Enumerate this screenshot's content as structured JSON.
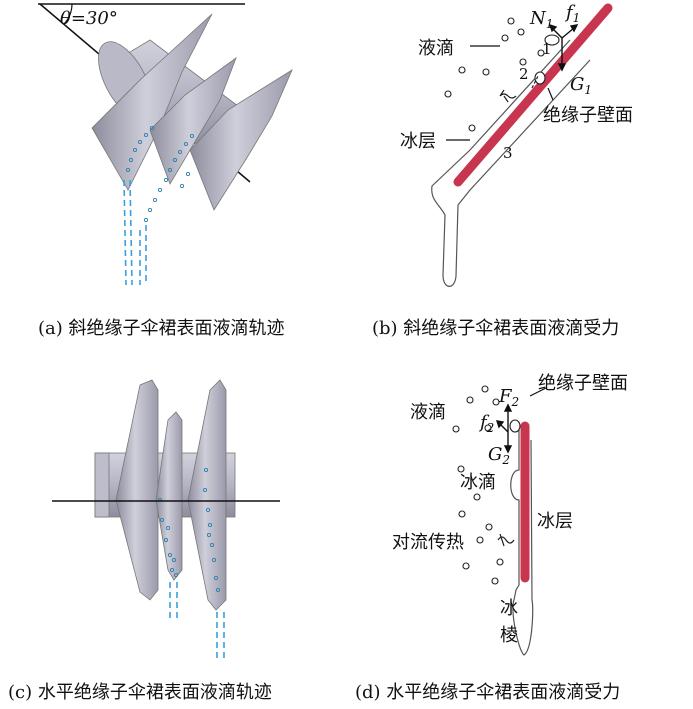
{
  "panel_a": {
    "angle_label": "θ=30°",
    "caption": "(a) 斜绝缘子伞裙表面液滴轨迹"
  },
  "panel_b": {
    "droplet_label": "液滴",
    "ice_layer_label": "冰层",
    "wall_label": "绝缘子壁面",
    "force_N1": "N",
    "force_N1_sub": "1",
    "force_f1": "f",
    "force_f1_sub": "1",
    "force_G1": "G",
    "force_G1_sub": "1",
    "stage_1": "1",
    "stage_2": "2",
    "stage_3": "3",
    "caption": "(b) 斜绝缘子伞裙表面液滴受力"
  },
  "panel_c": {
    "caption": "(c) 水平绝缘子伞裙表面液滴轨迹"
  },
  "panel_d": {
    "wall_label": "绝缘子壁面",
    "droplet_label": "液滴",
    "ice_drop_label": "冰滴",
    "ice_layer_label": "冰层",
    "convection_label": "对流传热",
    "icicle_label_1": "冰",
    "icicle_label_2": "棱",
    "force_F2": "F",
    "force_F2_sub": "2",
    "force_f2": "f",
    "force_f2_sub": "2",
    "force_G2": "G",
    "force_G2_sub": "2",
    "caption": "(d) 水平绝缘子伞裙表面液滴受力"
  },
  "colors": {
    "insulator_light": "#c9c9d6",
    "insulator_mid": "#a3a3b3",
    "insulator_dark": "#7e7e90",
    "wall_red": "#c7354f",
    "trajectory_blue": "#3aa0dd"
  }
}
